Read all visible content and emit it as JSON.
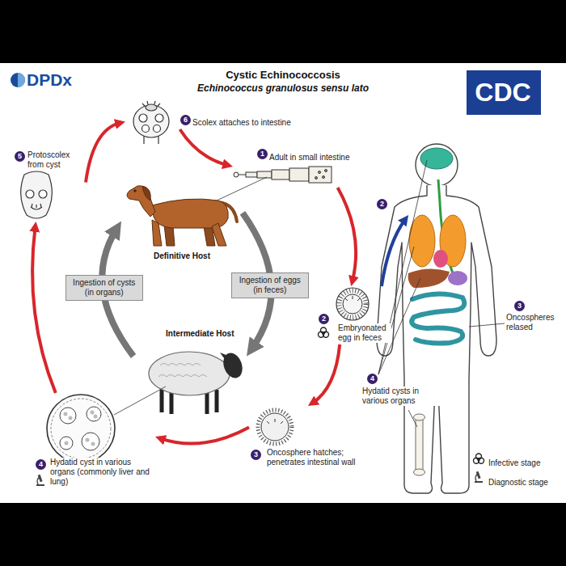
{
  "diagram": {
    "title": "Cystic Echinococcosis",
    "nodes": [
      {
        "text": [
          "CDC"
        ]
      },
      {
        "text": [
          "6",
          "Scolex attaches to intestine"
        ]
      },
      {
        "text": [
          "5",
          "Protoscolex from cyst"
        ]
      },
      {
        "text": [
          "1",
          "Adult in small intestine"
        ]
      },
      {
        "text": [
          "Definitive Host"
        ]
      },
      {
        "text": [
          "2"
        ]
      },
      {
        "text": [
          "Intermediate Host"
        ]
      },
      {
        "text": [
          "2",
          "Embryonated egg in feces"
        ]
      },
      {
        "text": [
          "3",
          "Oncospheres relased"
        ]
      },
      {
        "text": [
          "4",
          "Hydatid cysts in various organs"
        ]
      },
      {
        "text": [
          "4",
          "Hydatid cyst in various organs (commonly liver and lung)"
        ]
      },
      {
        "text": [
          "3",
          "Oncosphere hatches; penetrates intestinal wall"
        ]
      }
    ],
    "edges": [
      {
        "from": 1,
        "to": 3,
        "arrow": "to"
      },
      {
        "from": 3,
        "to": 7,
        "arrow": "to"
      },
      {
        "from": 7,
        "to": 11,
        "arrow": "to"
      },
      {
        "from": 11,
        "to": 10,
        "arrow": "to"
      },
      {
        "from": 10,
        "to": 2,
        "arrow": "to"
      },
      {
        "from": 2,
        "to": 1,
        "arrow": "to"
      },
      {
        "from": 7,
        "to": 5,
        "arrow": "to"
      },
      {
        "from": 6,
        "to": 4,
        "label": "Ingestion of cysts (in organs)",
        "arrow": "to"
      },
      {
        "from": 4,
        "to": 6,
        "label": "Ingestion of eggs (in feces)",
        "arrow": "to"
      }
    ],
    "labels": [
      "DPDx",
      "Echinococcus granulosus sensu lato"
    ],
    "legend": [
      {
        "text": "Infective stage"
      },
      {
        "text": "Diagnostic stage"
      }
    ]
  }
}
